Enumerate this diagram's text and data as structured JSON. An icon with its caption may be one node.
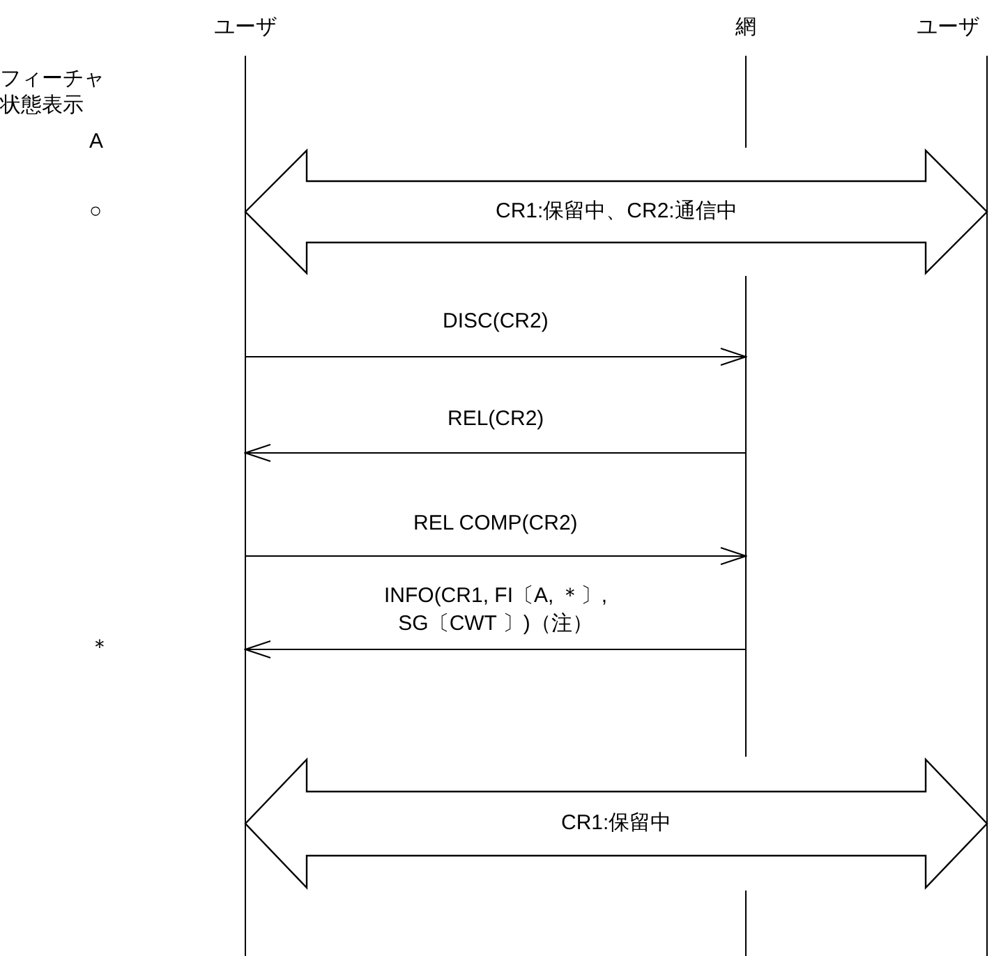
{
  "diagram": {
    "nodes": [
      {
        "text": [
          "ユーザ"
        ]
      },
      {
        "text": [
          "網"
        ]
      },
      {
        "text": [
          "ユーザ"
        ]
      }
    ],
    "edges": [
      {
        "from": 0,
        "to": 2,
        "arrow": "both",
        "style": "thick",
        "label": "CR1:保留中、CR2:通信中"
      },
      {
        "from": 0,
        "to": 1,
        "arrow": "to",
        "label": "DISC(CR2)"
      },
      {
        "from": 1,
        "to": 0,
        "arrow": "to",
        "label": "REL(CR2)"
      },
      {
        "from": 0,
        "to": 1,
        "arrow": "to",
        "label": "REL COMP(CR2)"
      },
      {
        "from": 1,
        "to": 0,
        "arrow": "to",
        "label": "INFO(CR1, FI〔A, ＊〕, SG〔CWT 〕)（注）"
      },
      {
        "from": 0,
        "to": 2,
        "arrow": "both",
        "style": "thick",
        "label": "CR1:保留中"
      }
    ],
    "labels": [
      "フィーチャ状態表示",
      "A",
      "○",
      "＊"
    ]
  }
}
